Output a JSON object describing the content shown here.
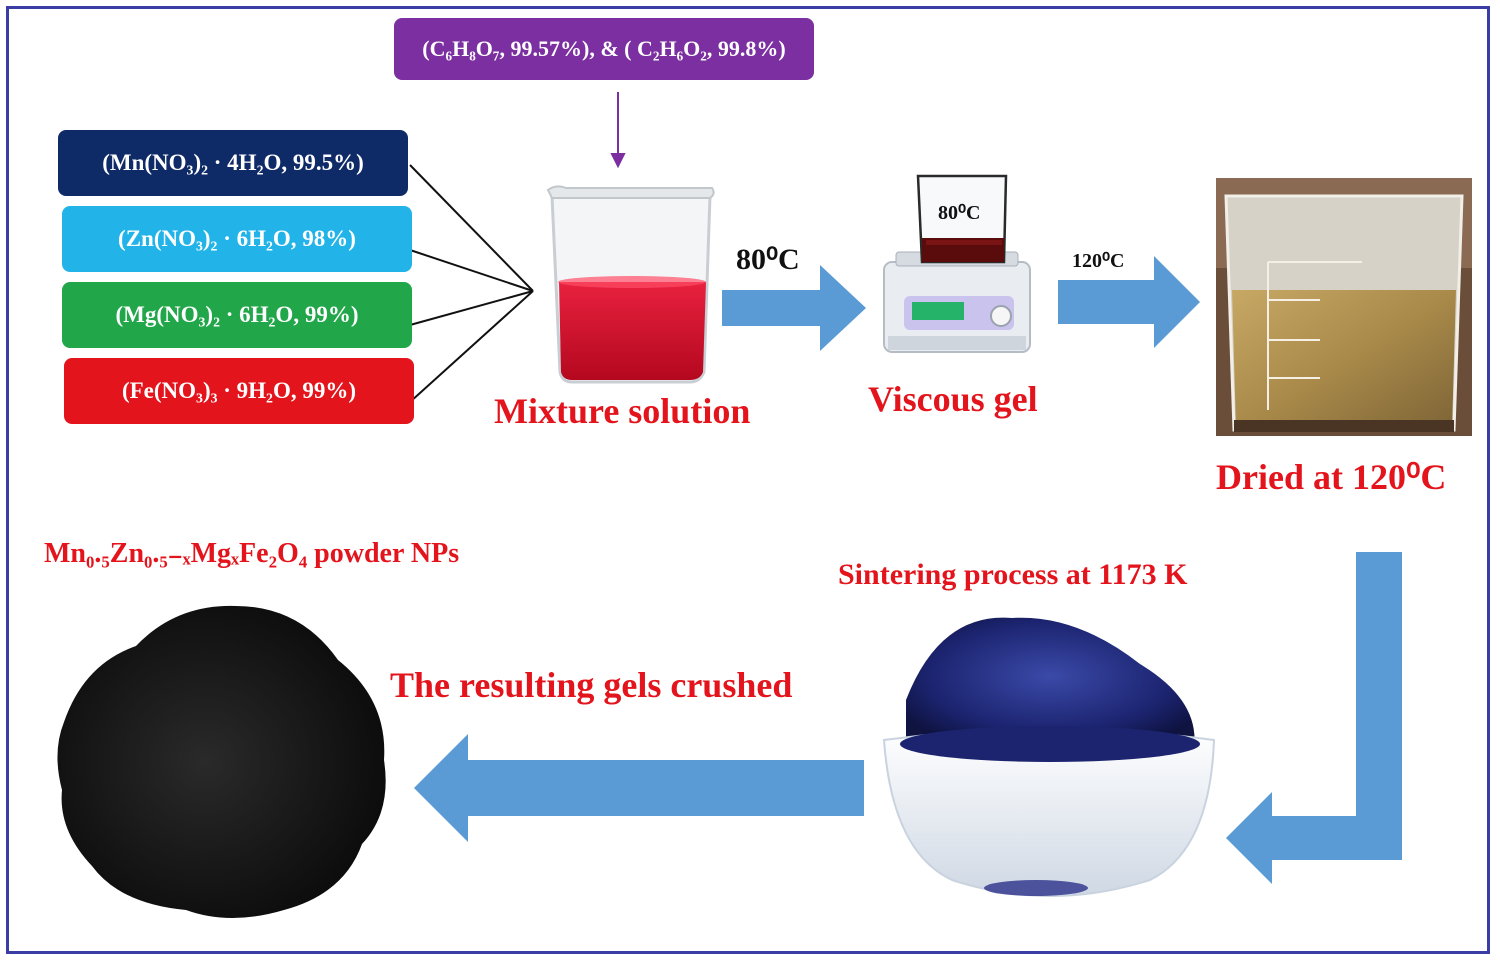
{
  "top_reagent": {
    "text": "(C₆H₈O₇, 99.57%), & ( C₂H₆O₂, 99.8%)",
    "color": "#7b2fa0"
  },
  "reagents": [
    {
      "text": "(Mn(NO₃)₂ · 4H₂O, 99.5%)",
      "color": "#0e2a67"
    },
    {
      "text": "(Zn(NO₃)₂ · 6H₂O, 98%)",
      "color": "#22b4e8"
    },
    {
      "text": "(Mg(NO₃)₂ · 6H₂O, 99%)",
      "color": "#22a64a"
    },
    {
      "text": "(Fe(NO₃)₃ · 9H₂O, 99%)",
      "color": "#e3141c"
    }
  ],
  "steps": {
    "mixture": "Mixture solution",
    "viscous": "Viscous gel",
    "dried": "Dried at 120⁰C",
    "sintering": "Sintering process at 1173 K",
    "crushed": "The resulting gels crushed",
    "product": "Mn₀.₅Zn₀.₅₋ₓMgₓFe₂O₄ powder NPs"
  },
  "arrow_labels": {
    "arrow1": "80⁰C",
    "arrow2": "120⁰C",
    "hotplate": "80⁰C"
  },
  "colors": {
    "arrow": "#5b9bd5",
    "label_red": "#e3141c",
    "frame": "#3c3ca6"
  }
}
